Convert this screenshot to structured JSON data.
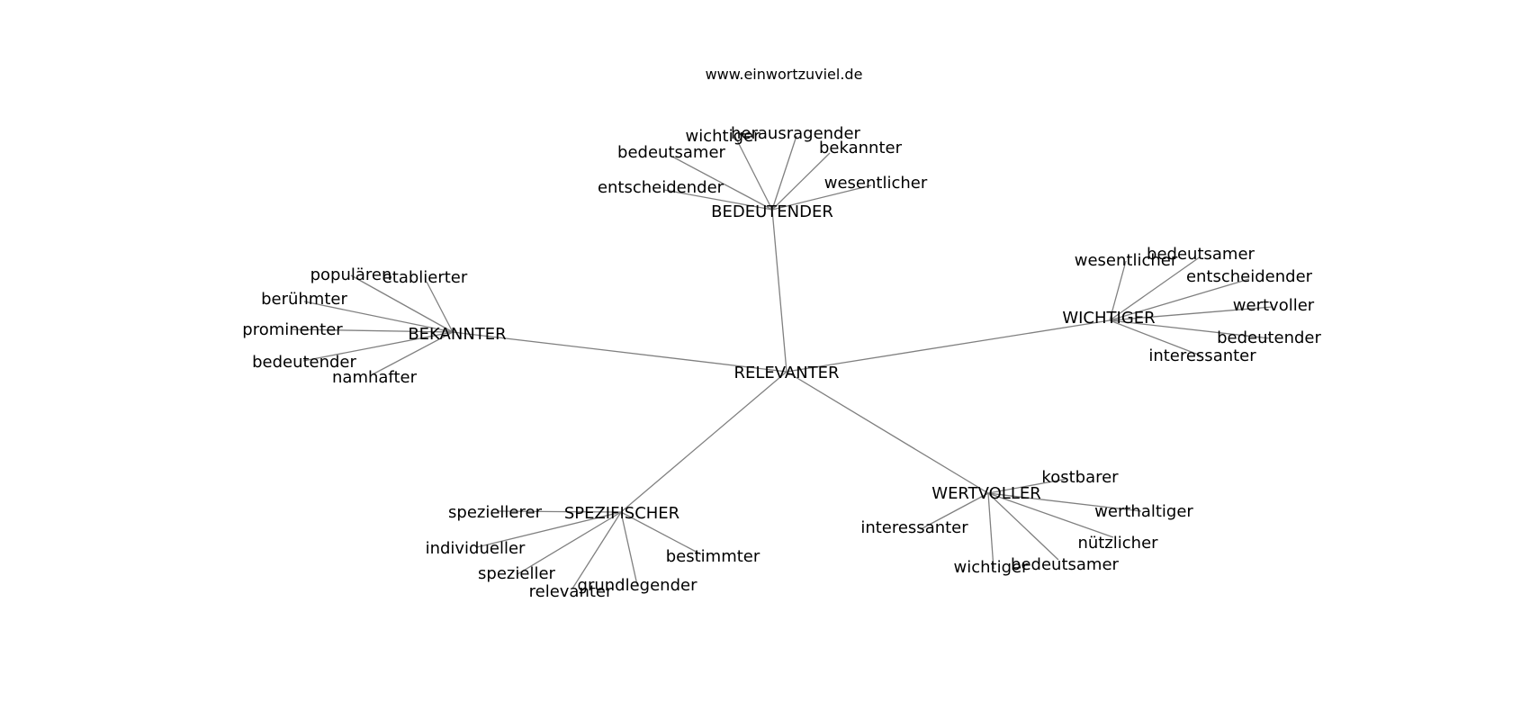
{
  "title": "www.einwortzuviel.de",
  "colors": {
    "edge": "#808080",
    "text": "#000000",
    "background": "#ffffff"
  },
  "root": "RELEVANTER",
  "clusters": [
    {
      "label": "BEDEUTENDER",
      "leaves": [
        "wichtiger",
        "herausragender",
        "bedeutsamer",
        "bekannter",
        "entscheidender",
        "wesentlicher"
      ]
    },
    {
      "label": "BEKANNTER",
      "leaves": [
        "populären",
        "etablierter",
        "berühmter",
        "prominenter",
        "bedeutender",
        "namhafter"
      ]
    },
    {
      "label": "WICHTIGER",
      "leaves": [
        "wesentlicher",
        "bedeutsamer",
        "entscheidender",
        "wertvoller",
        "bedeutender",
        "interessanter"
      ]
    },
    {
      "label": "SPEZIFISCHER",
      "leaves": [
        "speziellerer",
        "individueller",
        "spezieller",
        "relevanter",
        "grundlegender",
        "bestimmter"
      ]
    },
    {
      "label": "WERTVOLLER",
      "leaves": [
        "kostbarer",
        "werthaltiger",
        "interessanter",
        "nützlicher",
        "wichtiger",
        "bedeutsamer"
      ]
    }
  ]
}
